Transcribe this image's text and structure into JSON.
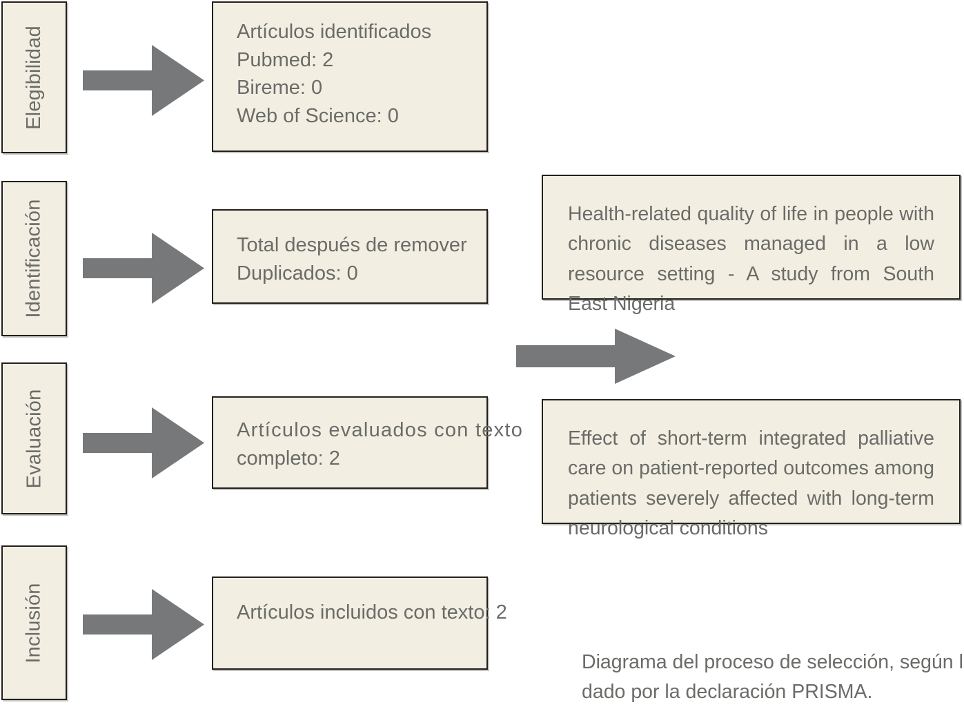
{
  "diagram": {
    "type": "prisma-flow-diagram",
    "background_color": "#ffffff",
    "box_fill_color": "#f2efe2",
    "box_border_color": "#231f1c",
    "text_color": "#6b6b68",
    "arrow_color": "#77787a"
  },
  "stages": [
    {
      "label": "Elegibilidad"
    },
    {
      "label": "Identificación"
    },
    {
      "label": "Evaluación"
    },
    {
      "label": "Inclusión"
    }
  ],
  "flow_boxes": [
    {
      "lines": [
        "Artículos identificados",
        "Pubmed: 2",
        "Bireme: 0",
        "Web of Science: 0"
      ]
    },
    {
      "lines": [
        "Total después de remover",
        "Duplicados: 0"
      ]
    },
    {
      "lines": [
        "Artículos evaluados con texto",
        "completo: 2"
      ]
    },
    {
      "lines": [
        "Artículos incluidos con texto: 2"
      ]
    }
  ],
  "included_studies": [
    {
      "title": "Health-related quality of life in people with chronic diseases managed in a low resource setting - A study from South East Nigeria"
    },
    {
      "title": "Effect of short-term integrated palliative care on patient-reported outcomes among patients severely affected with long-term neurological conditions"
    }
  ],
  "caption": {
    "line1": "Diagrama del proceso de selección, según lo recomen-",
    "line2": "dado por la declaración PRISMA."
  }
}
